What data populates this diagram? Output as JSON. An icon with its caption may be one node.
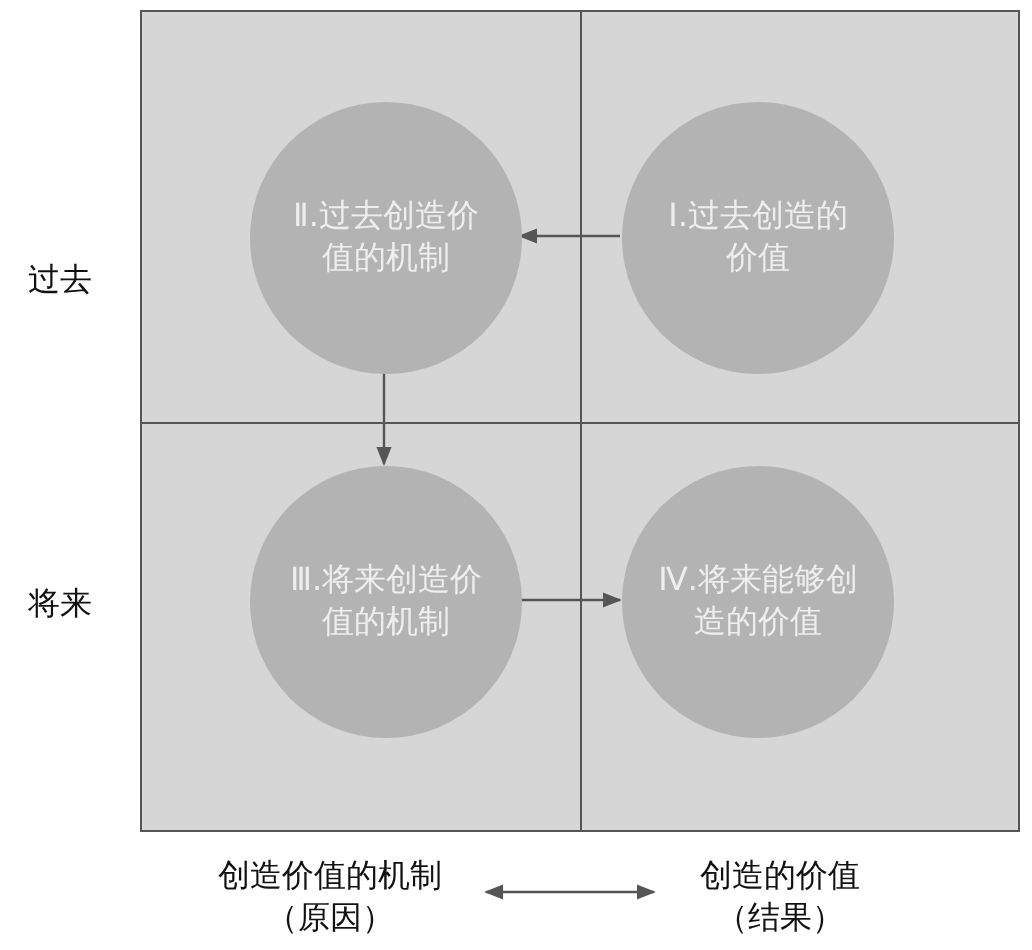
{
  "diagram": {
    "nodes": [
      {
        "text": [],
        "shape": "box"
      },
      {
        "text": [
          "Ⅱ.过去创造价值的机制"
        ],
        "in": 0
      },
      {
        "text": [],
        "shape": "box"
      },
      {
        "text": [
          "Ⅰ.过去创造的价值"
        ],
        "in": 2
      },
      {
        "text": [],
        "shape": "box"
      },
      {
        "text": [
          "Ⅲ.将来创造价值的机制"
        ],
        "in": 4
      },
      {
        "text": [],
        "shape": "box"
      },
      {
        "text": [
          "Ⅳ.将来能够创造的价值"
        ],
        "in": 6
      },
      {
        "text": [
          "创造价值的机制（原因）"
        ]
      },
      {
        "text": [
          "创造的价值（结果）"
        ]
      }
    ],
    "edges": [
      {
        "from": 3,
        "to": 1,
        "arrow": "to"
      },
      {
        "from": 1,
        "to": 5,
        "arrow": "to"
      },
      {
        "from": 5,
        "to": 7,
        "arrow": "to"
      },
      {
        "from": 8,
        "to": 9,
        "arrow": "both"
      }
    ],
    "labels": [
      "过去",
      "将来"
    ]
  }
}
